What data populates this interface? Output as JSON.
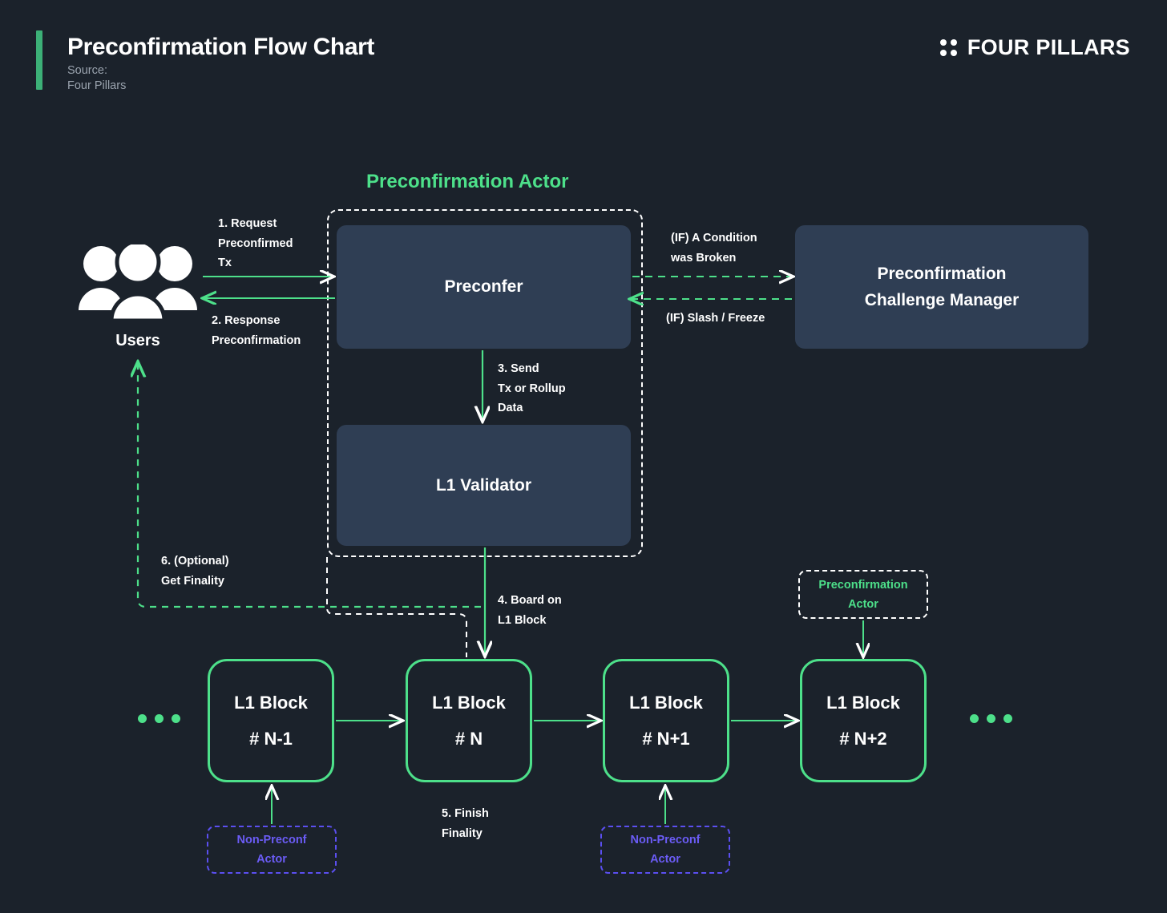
{
  "header": {
    "title": "Preconfirmation Flow Chart",
    "source_label": "Source:",
    "source_name": "Four Pillars",
    "brand": "FOUR PILLARS"
  },
  "colors": {
    "background": "#1b222b",
    "accent_green": "#4de08a",
    "header_bar_green": "#3cb077",
    "box_fill": "#2f3e54",
    "purple": "#6b5cf6",
    "text": "#ffffff",
    "muted_text": "#9aa3ae"
  },
  "diagram": {
    "section_title": "Preconfirmation Actor",
    "users": {
      "label": "Users",
      "icon": "users-group-icon"
    },
    "boxes": {
      "preconfer": "Preconfer",
      "validator": "L1 Validator",
      "challenge_manager_line1": "Preconfirmation",
      "challenge_manager_line2": "Challenge Manager"
    },
    "edge_labels": {
      "step1": "1. Request\nPreconfirmed\nTx",
      "step2": "2. Response\nPreconfirmation",
      "step3": "3. Send\nTx or Rollup\nData",
      "step4": "4. Board on\nL1 Block",
      "step5": "5. Finish\nFinality",
      "step6": "6. (Optional)\nGet Finality",
      "if_condition_broken": "(IF) A Condition\nwas Broken",
      "if_slash_freeze": "(IF) Slash / Freeze"
    },
    "blocks": [
      {
        "title": "L1 Block",
        "number": "# N-1"
      },
      {
        "title": "L1 Block",
        "number": "# N"
      },
      {
        "title": "L1 Block",
        "number": "# N+1"
      },
      {
        "title": "L1 Block",
        "number": "# N+2"
      }
    ],
    "tags": {
      "preconf_actor_line1": "Preconfirmation",
      "preconf_actor_line2": "Actor",
      "non_preconf_line1": "Non-Preconf",
      "non_preconf_line2": "Actor"
    },
    "ellipsis": "•••"
  }
}
